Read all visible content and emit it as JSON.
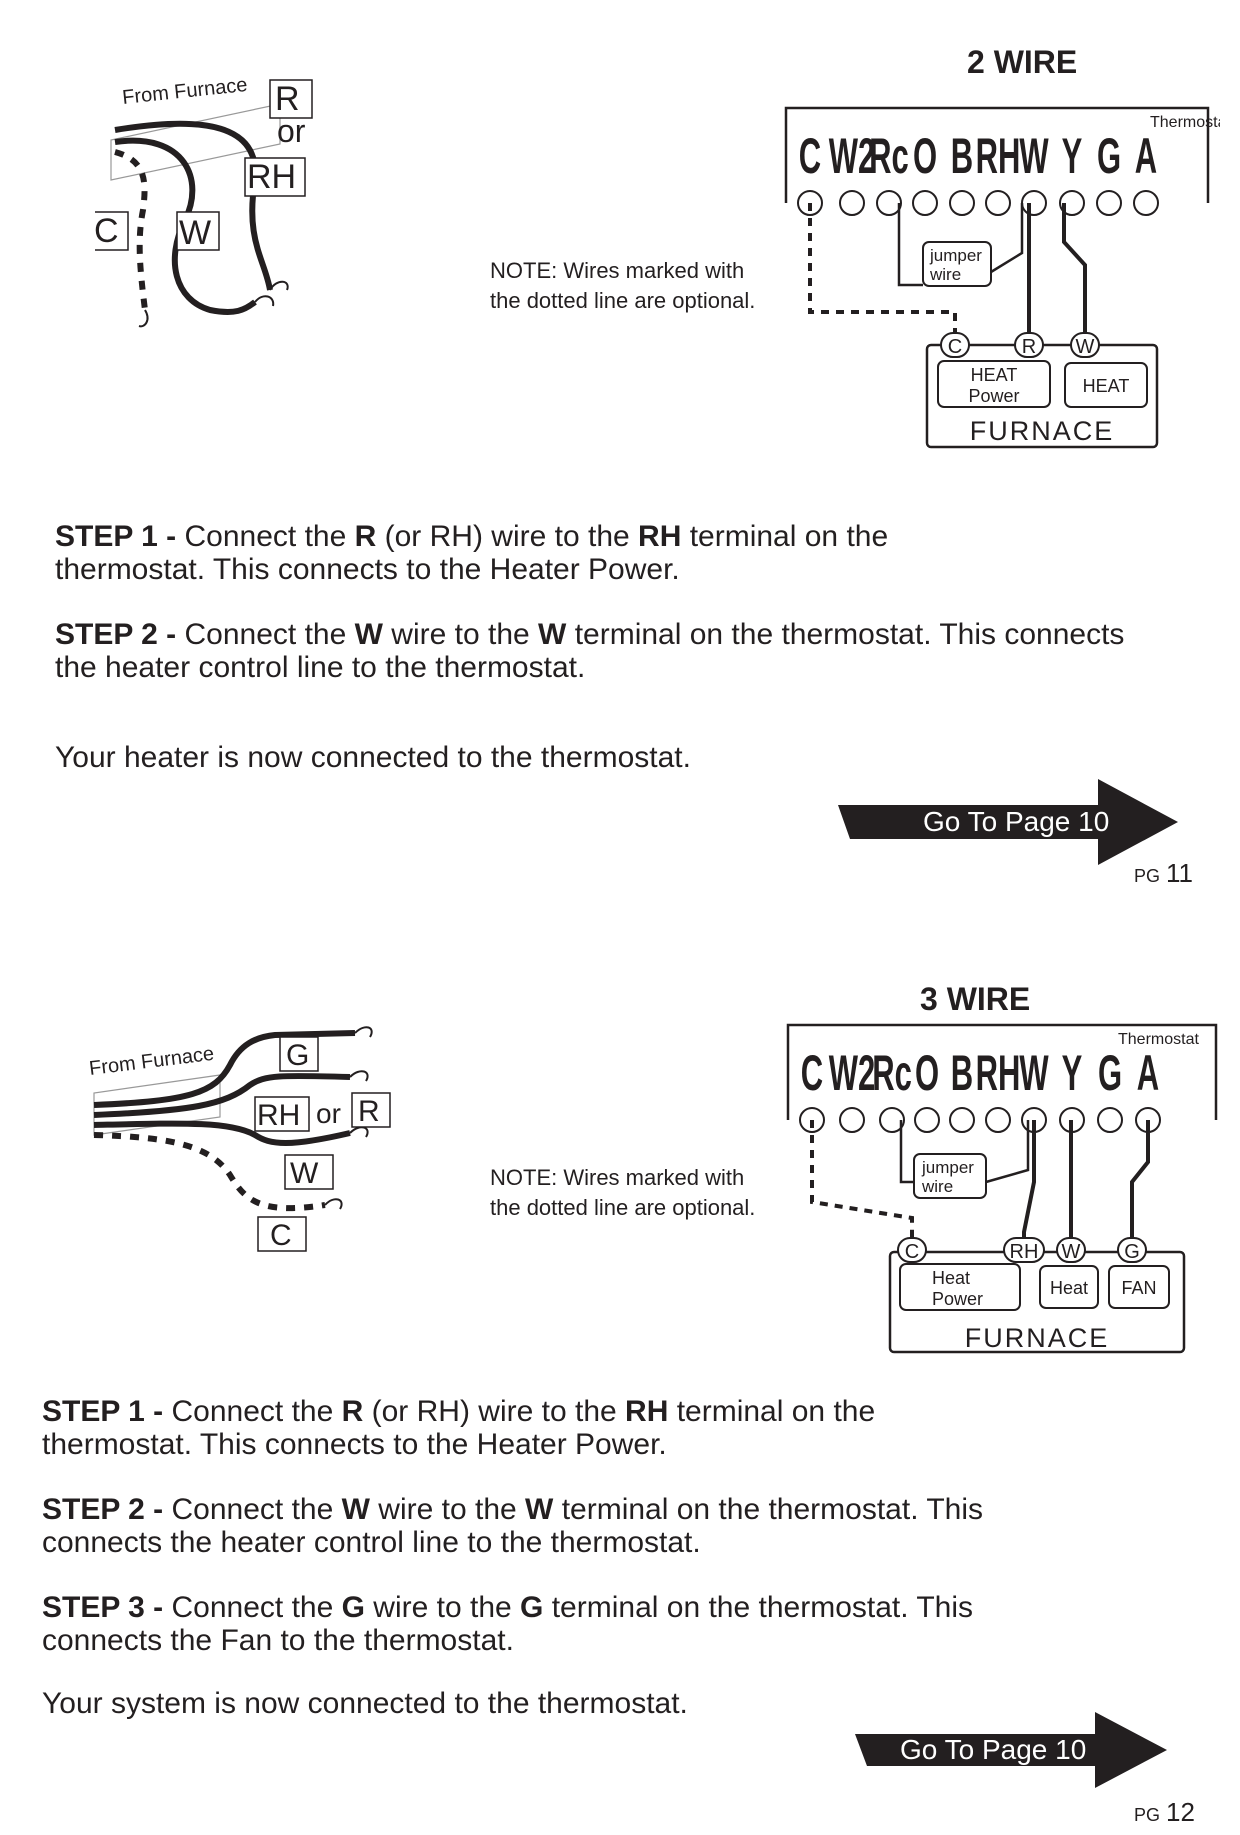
{
  "wire2": {
    "title": "2 WIRE",
    "from_furnace": "From Furnace",
    "wire_labels": {
      "r": "R",
      "or": "or",
      "rh": "RH",
      "c": "C",
      "w": "W"
    },
    "note_line1": "NOTE: Wires marked with",
    "note_line2": "the dotted line are optional.",
    "thermostat_label": "Thermostat",
    "terminals": [
      "C",
      "W2",
      "Rc",
      "O",
      "B",
      "RH",
      "W",
      "Y",
      "G",
      "A"
    ],
    "jumper_line1": "jumper",
    "jumper_line2": "wire",
    "furnace_terminals": [
      "C",
      "R",
      "W"
    ],
    "heat_power_line1": "HEAT",
    "heat_power_line2": "Power",
    "heat_box": "HEAT",
    "furnace_label": "FURNACE",
    "steps": [
      {
        "label": "STEP 1 -",
        "t1": " Connect the ",
        "b1": "R",
        "t2": " (or RH) wire to the ",
        "b2": "RH",
        "t3": " terminal on the thermostat. This connects to the Heater Power."
      },
      {
        "label": "STEP 2 -",
        "t1": " Connect the ",
        "b1": "W",
        "t2": " wire to the ",
        "b2": "W",
        "t3": " terminal on the thermostat. This connects the heater control line to the thermostat."
      }
    ],
    "conclusion": "Your heater is now connected to the thermostat.",
    "goto": "Go To Page 10",
    "pg_label": "PG",
    "pg_number": "11"
  },
  "wire3": {
    "title": "3 WIRE",
    "from_furnace": "From Furnace",
    "wire_labels": {
      "g": "G",
      "rh": "RH",
      "or": "or",
      "r": "R",
      "w": "W",
      "c": "C"
    },
    "note_line1": "NOTE: Wires marked with",
    "note_line2": "the dotted line are optional.",
    "thermostat_label": "Thermostat",
    "terminals": [
      "C",
      "W2",
      "Rc",
      "O",
      "B",
      "RH",
      "W",
      "Y",
      "G",
      "A"
    ],
    "jumper_line1": "jumper",
    "jumper_line2": "wire",
    "furnace_terminals": [
      "C",
      "RH",
      "W",
      "G"
    ],
    "heat_power_line1": "Heat",
    "heat_power_line2": "Power",
    "heat_box": "Heat",
    "fan_box": "FAN",
    "furnace_label": "FURNACE",
    "steps": [
      {
        "label": "STEP 1 -",
        "t1": " Connect the ",
        "b1": "R",
        "t2": " (or RH) wire to the ",
        "b2": "RH",
        "t3": " terminal on the thermostat. This connects to the Heater Power."
      },
      {
        "label": "STEP 2 -",
        "t1": " Connect the ",
        "b1": "W",
        "t2": " wire to the ",
        "b2": "W",
        "t3": " terminal on the thermostat. This connects the heater control line to the thermostat."
      },
      {
        "label": "STEP 3 -",
        "t1": " Connect the ",
        "b1": "G",
        "t2": " wire to the ",
        "b2": "G",
        "t3": " terminal on the thermostat. This connects the Fan to the thermostat."
      }
    ],
    "conclusion": "Your system is now connected to the thermostat.",
    "goto": "Go To Page 10",
    "pg_label": "PG",
    "pg_number": "12"
  }
}
